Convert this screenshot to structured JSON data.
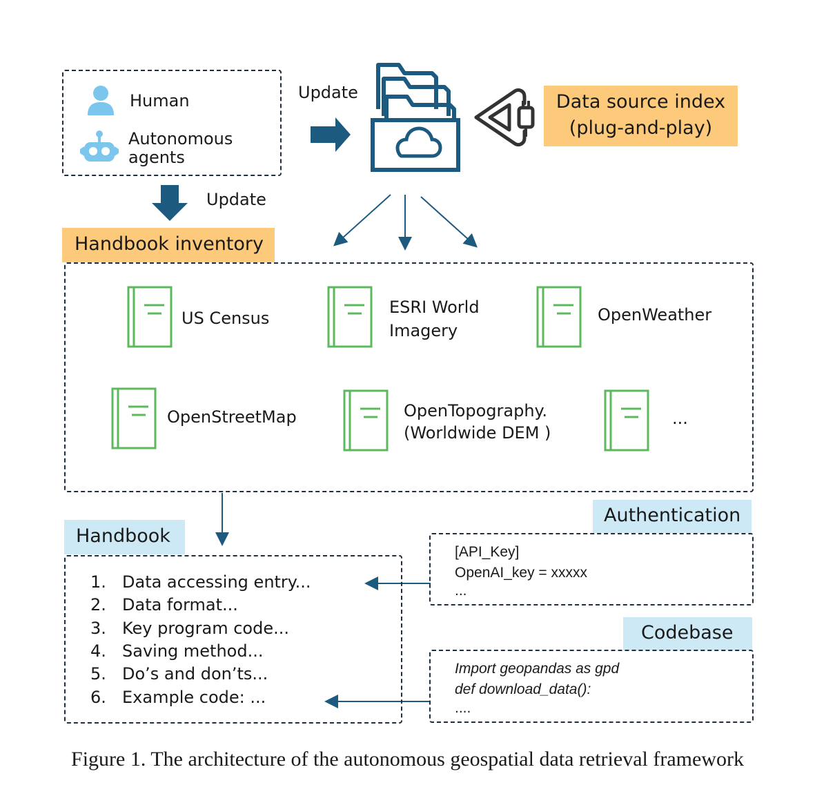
{
  "updaters": {
    "human_label": "Human",
    "agents_label_line1": "Autonomous",
    "agents_label_line2": "agents"
  },
  "update_right_label": "Update",
  "update_down_label": "Update",
  "data_source_index": {
    "line1": "Data source index",
    "line2": "(plug-and-play)"
  },
  "handbook_inventory": {
    "title": "Handbook inventory",
    "items": [
      {
        "line1": "US Census",
        "line2": ""
      },
      {
        "line1": "ESRI World",
        "line2": "Imagery"
      },
      {
        "line1": "OpenWeather",
        "line2": ""
      },
      {
        "line1": "OpenStreetMap",
        "line2": ""
      },
      {
        "line1": "OpenTopography.",
        "line2": "(Worldwide DEM )"
      },
      {
        "line1": "...",
        "line2": ""
      }
    ]
  },
  "handbook": {
    "title": "Handbook",
    "items": [
      {
        "num": "1.",
        "text": "Data accessing entry..."
      },
      {
        "num": "2.",
        "text": "Data format..."
      },
      {
        "num": "3.",
        "text": "Key program code..."
      },
      {
        "num": "4.",
        "text": "Saving method..."
      },
      {
        "num": "5.",
        "text": "Do’s and don’ts..."
      },
      {
        "num": "6.",
        "text": "Example code: ..."
      }
    ]
  },
  "authentication": {
    "title": "Authentication",
    "line1": "[API_Key]",
    "line2": "OpenAI_key = xxxxx",
    "line3": "..."
  },
  "codebase": {
    "title": "Codebase",
    "line1": "Import geopandas as gpd",
    "line2": "def download_data():",
    "line3": "...."
  },
  "caption": "Figure 1. The architecture of the autonomous geospatial data retrieval framework",
  "colors": {
    "dark_blue": "#1d5a80",
    "book_green": "#5cb85c",
    "orange_label": "#fdc97a",
    "blue_label": "#cde9f5"
  }
}
